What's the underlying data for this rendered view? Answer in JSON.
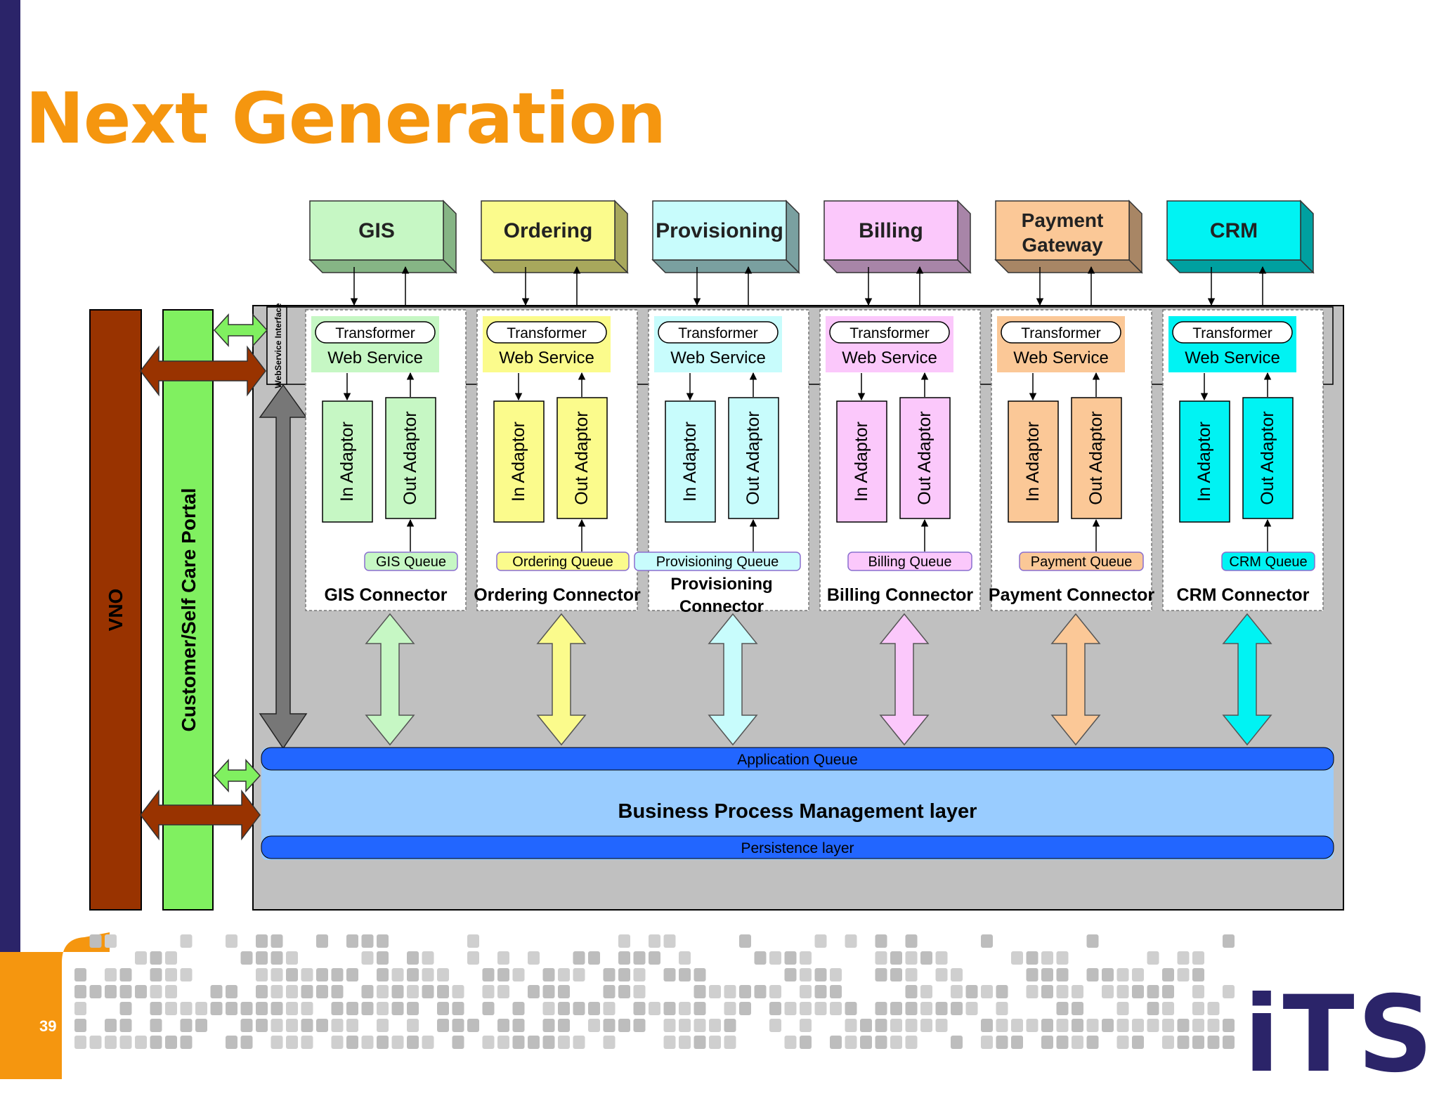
{
  "page": {
    "title": "Next Generation",
    "page_number": "39",
    "logo_text": "iTS"
  },
  "colors": {
    "brand_navy": "#2b2469",
    "accent_orange": "#f5960f"
  },
  "external_systems": [
    {
      "label": "GIS",
      "color": "#c6f7c4",
      "side": "#86b585"
    },
    {
      "label": "Ordering",
      "color": "#fbfb8c",
      "side": "#a8a85c"
    },
    {
      "label": "Provisioning",
      "color": "#c8fcfc",
      "side": "#7aa0a0"
    },
    {
      "label": "Billing",
      "color": "#fbc8fb",
      "side": "#a885a8"
    },
    {
      "label": "Payment Gateway",
      "color": "#fbc897",
      "side": "#a88665"
    },
    {
      "label": "CRM",
      "color": "#00f3f3",
      "side": "#00a0a0"
    }
  ],
  "connectors": [
    {
      "transformer": "Transformer",
      "web_service": "Web Service",
      "in_adaptor": "In Adaptor",
      "out_adaptor": "Out Adaptor",
      "queue": "GIS Queue",
      "name": "GIS Connector",
      "color": "#c6f7c4"
    },
    {
      "transformer": "Transformer",
      "web_service": "Web Service",
      "in_adaptor": "In Adaptor",
      "out_adaptor": "Out Adaptor",
      "queue": "Ordering Queue",
      "name": "Ordering Connector",
      "color": "#fbfb8c"
    },
    {
      "transformer": "Transformer",
      "web_service": "Web Service",
      "in_adaptor": "In Adaptor",
      "out_adaptor": "Out Adaptor",
      "queue": "Provisioning Queue",
      "name": "Provisioning Connector",
      "color": "#c8fcfc"
    },
    {
      "transformer": "Transformer",
      "web_service": "Web Service",
      "in_adaptor": "In Adaptor",
      "out_adaptor": "Out Adaptor",
      "queue": "Billing Queue",
      "name": "Billing Connector",
      "color": "#fbc8fb"
    },
    {
      "transformer": "Transformer",
      "web_service": "Web Service",
      "in_adaptor": "In Adaptor",
      "out_adaptor": "Out Adaptor",
      "queue": "Payment Queue",
      "name": "Payment Connector",
      "color": "#fbc897"
    },
    {
      "transformer": "Transformer",
      "web_service": "Web Service",
      "in_adaptor": "In Adaptor",
      "out_adaptor": "Out Adaptor",
      "queue": "CRM Queue",
      "name": "CRM Connector",
      "color": "#00f3f3"
    }
  ],
  "layers": {
    "vno": "VNO",
    "portal": "Customer/Self Care Portal",
    "web_service_interface": "WebService Interface",
    "application_queue": "Application Queue",
    "bpm": "Business Process Management layer",
    "persistence": "Persistence layer"
  }
}
